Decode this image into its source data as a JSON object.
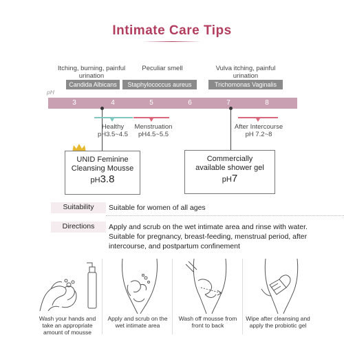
{
  "title": "Intimate Care Tips",
  "concerns": [
    {
      "text": "Itching, burning, painful urination",
      "pathogen": "Candida Albicans"
    },
    {
      "text": "Peculiar smell",
      "pathogen": "Staphylococcus aureus"
    },
    {
      "text": "Vulva itching, painful urination",
      "pathogen": "Trichomonas Vaginalis"
    }
  ],
  "ph_axis": {
    "label": "pH",
    "ticks": [
      "3",
      "4",
      "5",
      "6",
      "7",
      "8"
    ]
  },
  "ranges": [
    {
      "name": "Healthy",
      "value": "pH3.5~4.5"
    },
    {
      "name": "Menstruation",
      "value": "pH4.5~5.5"
    },
    {
      "name": "After Intercourse",
      "value": "pH 7.2~8"
    }
  ],
  "products": [
    {
      "name_line1": "UNID Feminine",
      "name_line2": "Cleansing Mousse",
      "ph_prefix": "pH",
      "ph_value": "3.8",
      "ph_number": 3.8
    },
    {
      "name_line1": "Commercially",
      "name_line2": "available shower gel",
      "ph_prefix": "pH",
      "ph_value": "7",
      "ph_number": 7
    }
  ],
  "info": {
    "suitability_label": "Suitability",
    "suitability_text": "Suitable for women of all ages",
    "directions_label": "Directions",
    "directions_line1": "Apply and scrub on the wet intimate area and rinse with water.",
    "directions_line2": "Suitable for pregnancy, breast-feeding, menstrual period, after",
    "directions_line3": "intercourse, and  postpartum confinement"
  },
  "steps": [
    {
      "caption": "Wash your hands and take an appropriate amount of mousse"
    },
    {
      "caption": "Apply and scrub on the wet intimate area"
    },
    {
      "caption": "Wash off mousse from front to back"
    },
    {
      "caption": "Wipe after cleansing and apply the probiotic gel"
    }
  ],
  "colors": {
    "accent": "#b23d5e",
    "bar": "#c9a0b2",
    "healthy": "#7fc7c0",
    "menstruation": "#d9667a",
    "intercourse": "#d9667a",
    "pathogen_tag": "#8a8a8a",
    "crown": "#e6b830"
  }
}
